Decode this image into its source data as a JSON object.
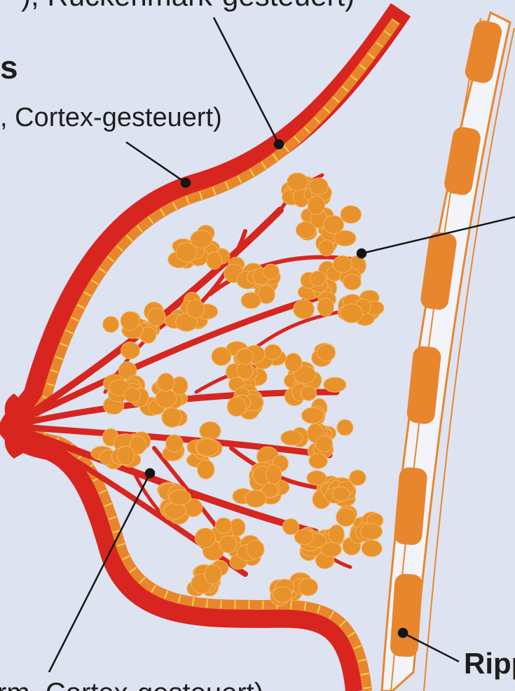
{
  "labels": {
    "top_cut": "), Rückenmark-gesteuert)",
    "heading_cut": "s",
    "cortex": ", Cortex-gesteuert)",
    "bottom_cut": "rm, Cortex-gesteuert)",
    "rib": "Ripp"
  },
  "colors": {
    "background": "#dde3f1",
    "duct": "#d6261f",
    "gland": "#e8922c",
    "skin_outer": "#d9251f",
    "skin_inner": "#e8862e",
    "skin_dash": "#f6d34a",
    "rib": "#e8862e",
    "leader": "#151515"
  }
}
